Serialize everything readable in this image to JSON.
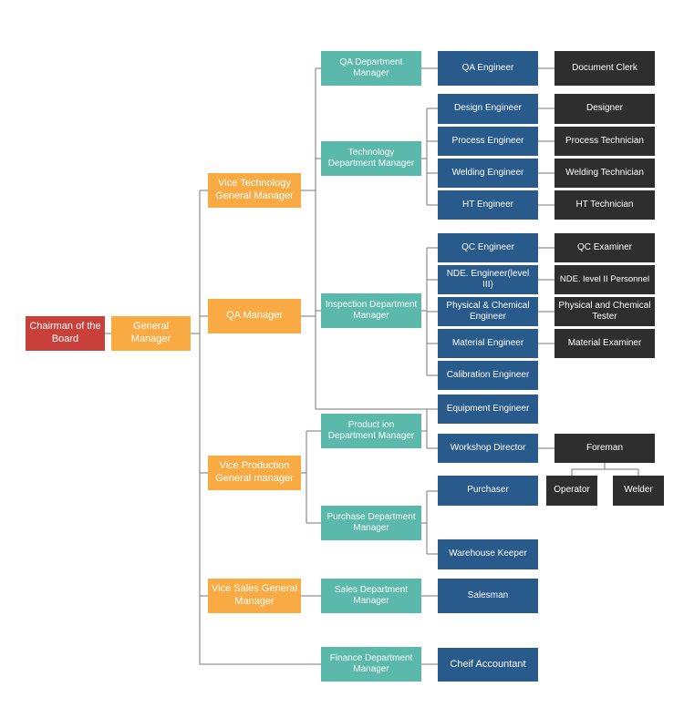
{
  "nodes": {
    "chairman": "Chairman of the Board",
    "general_manager": "General Manager",
    "vice_tech_gm": "Vice Technology General Manager",
    "qa_manager": "QA Manager",
    "vice_prod_gm": "Vice Production General manager",
    "vice_sales_gm": "Vice Sales General Manager",
    "qa_dept_mgr": "QA Department Manager",
    "tech_dept_mgr": "Technology Department Manager",
    "insp_dept_mgr": "Inspection Department Manager",
    "prod_dept_mgr": "Product ion Department Manager",
    "purchase_dept_mgr": "Purchase Department Manager",
    "sales_dept_mgr": "Sales Department Manager",
    "finance_dept_mgr": "Finance Department Manager",
    "qa_engineer": "QA Engineer",
    "design_engineer": "Design Engineer",
    "process_engineer": "Process Engineer",
    "welding_engineer": "Welding Engineer",
    "ht_engineer": "HT Engineer",
    "qc_engineer": "QC Engineer",
    "nde_engineer": "NDE. Engineer(level III)",
    "phys_chem_engineer": "Physical & Chemical Engineer",
    "material_engineer": "Material Engineer",
    "calibration_engineer": "Calibration Engineer",
    "equipment_engineer": "Equipment Engineer",
    "workshop_director": "Workshop Director",
    "purchaser": "Purchaser",
    "warehouse_keeper": "Warehouse Keeper",
    "salesman": "Salesman",
    "chief_accountant": "Cheif Accountant",
    "document_clerk": "Document Clerk",
    "designer": "Designer",
    "process_technician": "Process Technician",
    "welding_technician": "Welding Technician",
    "ht_technician": "HT Technician",
    "qc_examiner": "QC Examiner",
    "nde_personnel": "NDE. level II Personnel",
    "phys_chem_tester": "Physical and Chemical Tester",
    "material_examiner": "Material Examiner",
    "foreman": "Foreman",
    "operator": "Operator",
    "welder": "Welder"
  },
  "colors": {
    "top_executive": "#c9403b",
    "executive": "#f9aa43",
    "department": "#5ab9aa",
    "engineer": "#285a8c",
    "staff": "#2e2e2e",
    "connector": "#777777"
  }
}
